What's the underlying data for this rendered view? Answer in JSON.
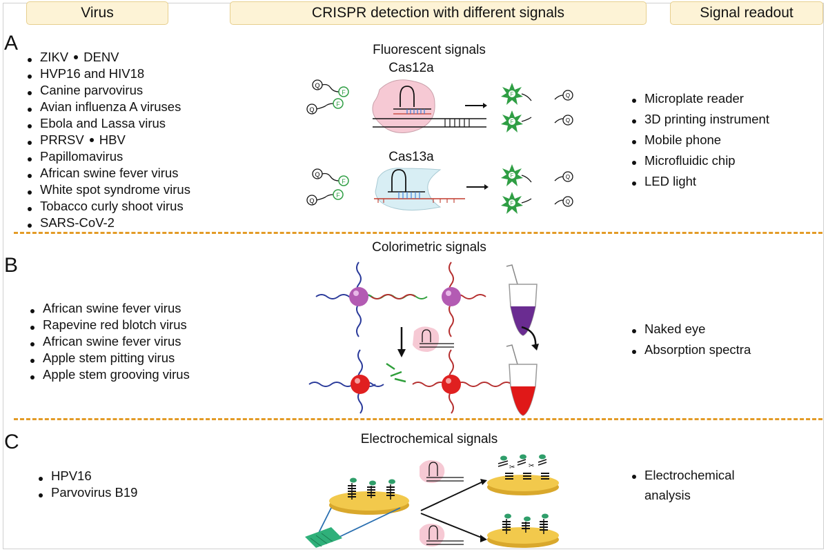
{
  "headers": {
    "virus": "Virus",
    "detection": "CRISPR detection with different signals",
    "readout": "Signal readout"
  },
  "sections": {
    "a": {
      "letter": "A",
      "title": "Fluorescent signals",
      "cas12a_label": "Cas12a",
      "cas13a_label": "Cas13a",
      "viruses_pair1": [
        "ZIKV",
        "DENV"
      ],
      "viruses": [
        "HVP16 and HIV18",
        "Canine parvovirus",
        "Avian influenza A viruses",
        "Ebola and Lassa virus"
      ],
      "viruses_pair2": [
        "PRRSV",
        "HBV"
      ],
      "viruses_rest": [
        "Papillomavirus",
        "African swine fever virus",
        "White spot syndrome virus",
        "Tobacco curly shoot virus",
        "SARS-CoV-2"
      ],
      "readouts": [
        "Microplate reader",
        "3D printing instrument",
        "Mobile phone",
        "Microfluidic chip",
        "LED light"
      ],
      "fluor_letter": "F",
      "quencher_letter": "Q"
    },
    "b": {
      "letter": "B",
      "title": "Colorimetric signals",
      "viruses": [
        "African swine fever virus",
        "Rapevine red blotch virus",
        "African swine fever virus",
        "Apple stem pitting virus",
        "Apple stem grooving virus"
      ],
      "readouts": [
        "Naked eye",
        "Absorption spectra"
      ]
    },
    "c": {
      "letter": "C",
      "title": "Electrochemical signals",
      "viruses": [
        "HPV16",
        "Parvovirus B19"
      ],
      "readout_line1": "Electrochemical",
      "readout_line2": "analysis"
    }
  },
  "colors": {
    "header_fill": "#fdf3d6",
    "separator": "#e39b26",
    "cas12a_body": "#f6c9d4",
    "cas13a_body": "#d8eef4",
    "fluor_green": "#2f9e44",
    "gold_particle": "#b35bb3",
    "aggregated_particle": "#e02020",
    "electrode": "#f2c94c",
    "tube_purple": "#6a2c91",
    "tube_red": "#e01818"
  }
}
